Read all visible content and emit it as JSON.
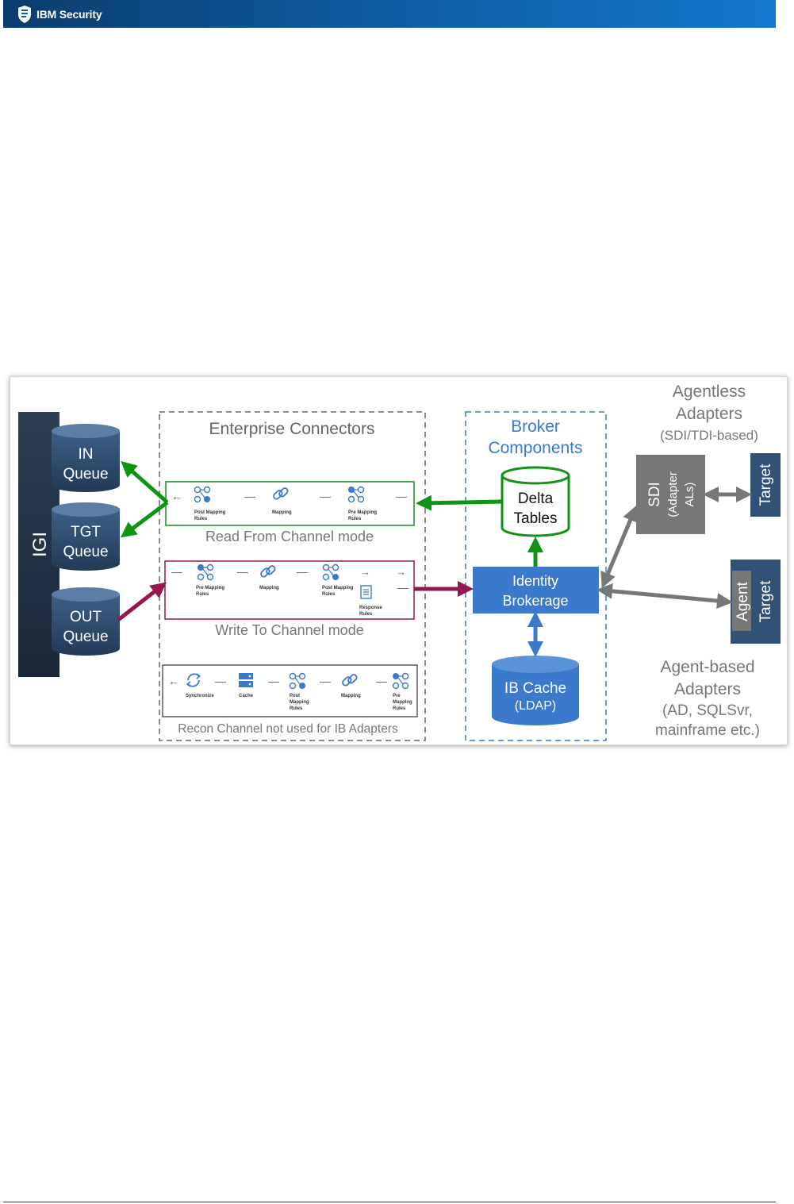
{
  "header": {
    "brand": "IBM Security"
  },
  "diagram": {
    "igi_label": "IGI",
    "queues": {
      "in": [
        "IN",
        "Queue"
      ],
      "tgt": [
        "TGT",
        "Queue"
      ],
      "out": [
        "OUT",
        "Queue"
      ]
    },
    "enterprise_connectors_title": "Enterprise Connectors",
    "read_channel": {
      "caption": "Read From Channel mode",
      "steps": {
        "post_mapping": [
          "Post Mapping",
          "Rules"
        ],
        "mapping": "Mapping",
        "pre_mapping": [
          "Pre Mapping",
          "Rules"
        ]
      }
    },
    "write_channel": {
      "caption": "Write To Channel mode",
      "steps": {
        "pre_mapping": [
          "Pre Mapping",
          "Rules"
        ],
        "mapping": "Mapping",
        "post_mapping": [
          "Post Mapping",
          "Rules"
        ],
        "response": [
          "Response",
          "Rules"
        ]
      }
    },
    "recon_channel": {
      "caption": "Recon Channel not used for IB Adapters",
      "steps": {
        "synchronize": "Synchronize",
        "cache": "Cache",
        "post_mapping": [
          "Post",
          "Mapping",
          "Rules"
        ],
        "mapping": "Mapping",
        "pre_mapping": [
          "Pre",
          "Mapping",
          "Rules"
        ]
      }
    },
    "broker_title": [
      "Broker",
      "Components"
    ],
    "delta_tables": [
      "Delta",
      "Tables"
    ],
    "identity_brokerage": [
      "Identity",
      "Brokerage"
    ],
    "ib_cache": [
      "IB Cache",
      "(LDAP)"
    ],
    "agentless": [
      "Agentless",
      "Adapters",
      "(SDI/TDI-based)"
    ],
    "sdi": [
      "SDI",
      "(Adapter",
      "ALs)"
    ],
    "target_label": "Target",
    "agent_label": "Agent",
    "agent_based": [
      "Agent-based",
      "Adapters",
      "(AD, SQLSvr,",
      "mainframe etc.)"
    ],
    "colors": {
      "green": "#0f9413",
      "maroon": "#95174f",
      "blue": "#3a79cc",
      "navy": "#2f4f73",
      "gray": "#777777"
    }
  }
}
